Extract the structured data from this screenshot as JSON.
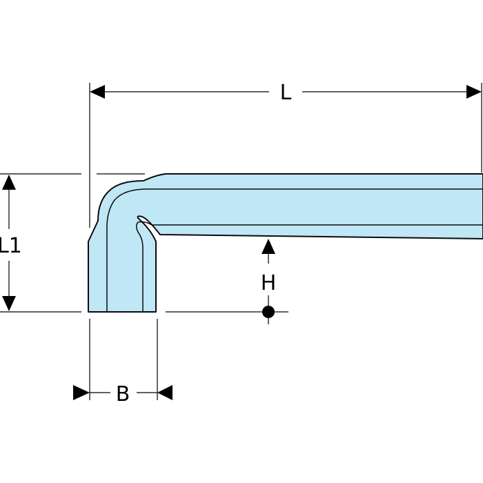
{
  "labels": {
    "length": "L",
    "height_l1": "L1",
    "width_b": "B",
    "hex_h": "H"
  },
  "colors": {
    "body_fill": "#bfe7f6",
    "outline": "#0a0a0a",
    "dimension": "#000000"
  }
}
